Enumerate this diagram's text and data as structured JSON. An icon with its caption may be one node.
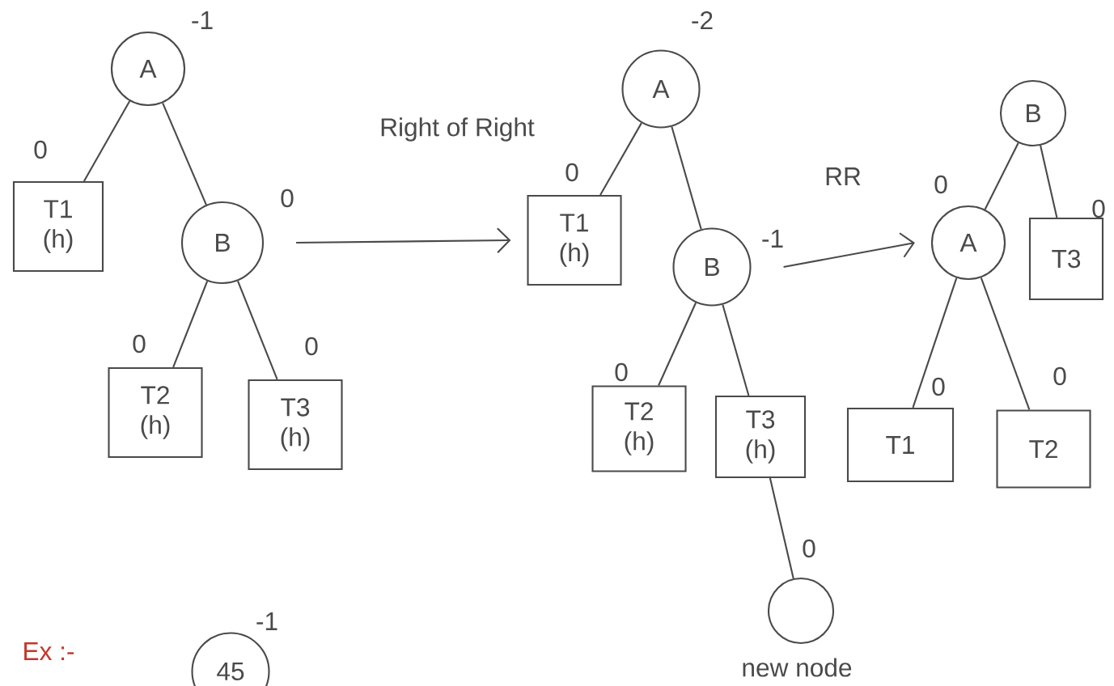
{
  "diagram": {
    "nodes": [
      {
        "text": [
          "A"
        ],
        "beside": [
          "-1"
        ]
      },
      {
        "text": [
          "T1 (h)"
        ],
        "beside": [
          "0"
        ]
      },
      {
        "text": [
          "B"
        ],
        "beside": [
          "0"
        ]
      },
      {
        "text": [
          "T2 (h)"
        ],
        "beside": [
          "0"
        ]
      },
      {
        "text": [
          "T3 (h)"
        ],
        "beside": [
          "0"
        ]
      },
      {
        "text": [
          "A"
        ],
        "beside": [
          "-2"
        ]
      },
      {
        "text": [
          "T1 (h)"
        ],
        "beside": [
          "0"
        ]
      },
      {
        "text": [
          "B"
        ],
        "beside": [
          "-1"
        ]
      },
      {
        "text": [
          "T2 (h)"
        ],
        "beside": [
          "0"
        ]
      },
      {
        "text": [
          "T3 (h)"
        ]
      },
      {
        "text": [],
        "shape": "circle",
        "beside": [
          "0",
          "new node"
        ]
      },
      {
        "text": [
          "B"
        ]
      },
      {
        "text": [
          "A"
        ],
        "beside": [
          "0"
        ]
      },
      {
        "text": [
          "T3"
        ],
        "beside": [
          "0"
        ]
      },
      {
        "text": [
          "T1"
        ],
        "beside": [
          "0"
        ]
      },
      {
        "text": [
          "T2"
        ],
        "beside": [
          "0"
        ]
      },
      {
        "text": [
          "45"
        ],
        "beside": [
          "-1"
        ]
      }
    ],
    "edges": [
      {
        "from": 0,
        "to": 1,
        "arrow": "none"
      },
      {
        "from": 0,
        "to": 2,
        "arrow": "none"
      },
      {
        "from": 2,
        "to": 3,
        "arrow": "none"
      },
      {
        "from": 2,
        "to": 4,
        "arrow": "none"
      },
      {
        "from": 5,
        "to": 6,
        "arrow": "none"
      },
      {
        "from": 5,
        "to": 7,
        "arrow": "none"
      },
      {
        "from": 7,
        "to": 8,
        "arrow": "none"
      },
      {
        "from": 7,
        "to": 9,
        "arrow": "none"
      },
      {
        "from": 9,
        "to": 10,
        "arrow": "none"
      },
      {
        "from": 11,
        "to": 12,
        "arrow": "none"
      },
      {
        "from": 11,
        "to": 13,
        "arrow": "none"
      },
      {
        "from": 12,
        "to": 14,
        "arrow": "none"
      },
      {
        "from": 12,
        "to": 15,
        "arrow": "none"
      },
      {
        "from": 2,
        "to": 6,
        "arrow": "to",
        "label": "Right of Right"
      },
      {
        "from": 7,
        "to": 12,
        "arrow": "to",
        "label": "RR"
      }
    ],
    "labels": [
      "Ex :-"
    ]
  }
}
